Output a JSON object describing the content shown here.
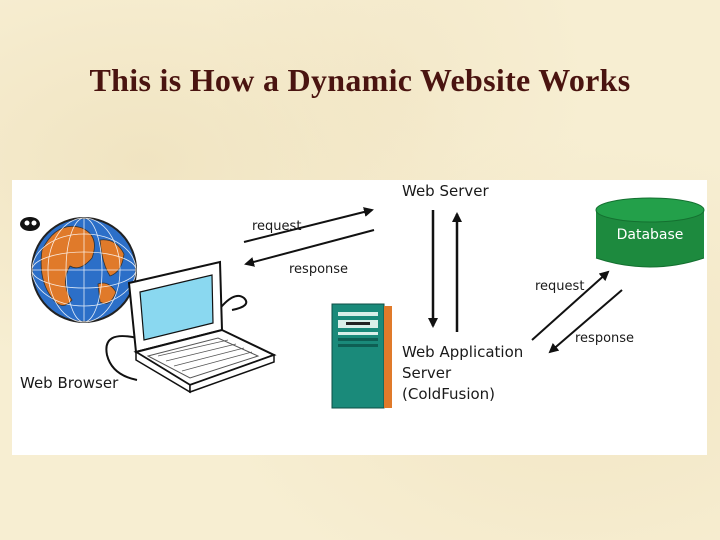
{
  "slide": {
    "title": "This is How a Dynamic Website Works"
  },
  "diagram": {
    "web_server_label": "Web Server",
    "database_label": "Database",
    "request_label_1": "request",
    "response_label_1": "response",
    "request_label_2": "request",
    "response_label_2": "response",
    "app_server_line1": "Web Application",
    "app_server_line2": "Server",
    "app_server_line3": "(ColdFusion)",
    "browser_label": "Web Browser",
    "colors": {
      "title": "#4a1410",
      "database": "#1d8a3e",
      "server_case": "#1a8a7a",
      "globe_ocean": "#2c6fc8",
      "globe_land": "#e07a2a",
      "screen": "#8ad8f0"
    }
  }
}
